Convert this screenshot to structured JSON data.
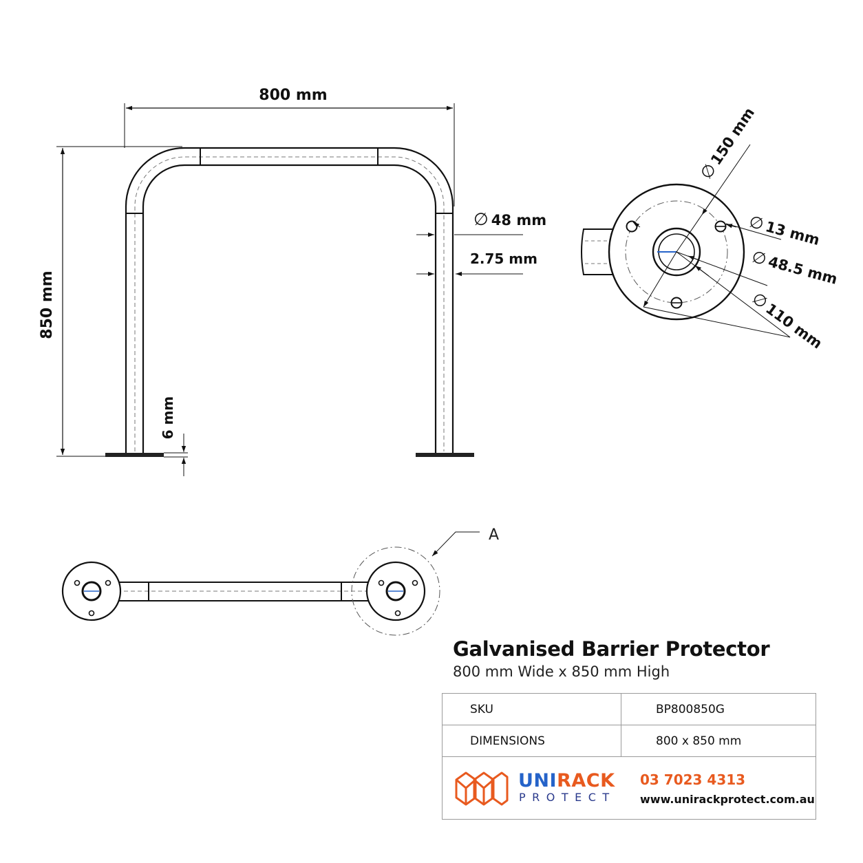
{
  "drawing": {
    "front_view": {
      "width_label": "800 mm",
      "height_label": "850 mm",
      "tube_diameter_label": "48 mm",
      "wall_thickness_label": "2.75 mm",
      "base_plate_label": "6 mm"
    },
    "base_plate_view": {
      "plate_diameter_label": "150 mm",
      "hole_diameter_label": "13 mm",
      "bore_diameter_label": "48.5 mm",
      "pitch_circle_label": "110 mm"
    },
    "plan_view": {
      "detail_label": "A"
    },
    "diameter_symbol": "∅"
  },
  "product": {
    "title": "Galvanised Barrier Protector",
    "subtitle": "800 mm Wide x 850 mm High"
  },
  "specs": [
    {
      "key": "SKU",
      "value": "BP800850G"
    },
    {
      "key": "DIMENSIONS",
      "value": "800 x 850 mm"
    }
  ],
  "brand": {
    "name_part1": "UNI",
    "name_part2": "RACK",
    "tagline": "PROTECT",
    "phone": "03 7023 4313",
    "website": "www.unirackprotect.com.au",
    "colors": {
      "blue": "#2563c9",
      "orange": "#e85a1f",
      "navy": "#2a3a8c"
    }
  }
}
